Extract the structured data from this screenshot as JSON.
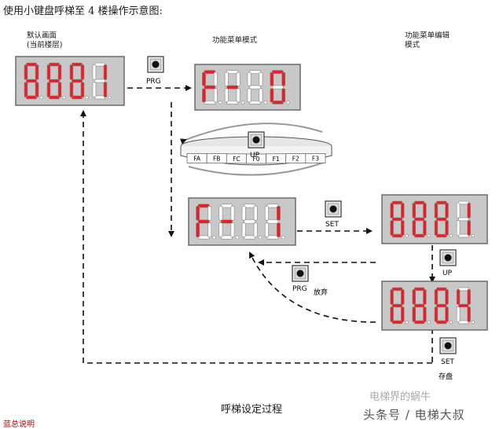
{
  "title": "使用小键盘呼梯至 4 楼操作示意图:",
  "labels": {
    "default_screen": "默认画面\n(当前楼层)",
    "func_menu_mode": "功能菜单模式",
    "func_menu_edit": "功能菜单编辑\n模式"
  },
  "displays": {
    "d1": "88.81",
    "d2": "F-0",
    "d3": "F-1",
    "d4": "88.81",
    "d5": "88.84"
  },
  "keys": {
    "prg": "PRG",
    "up": "UP",
    "set": "SET",
    "up2": "UP",
    "prg2": "PRG",
    "set2": "SET"
  },
  "annotations": {
    "discard": "放弃",
    "save": "存盘"
  },
  "wheel_items": [
    "FA",
    "FB",
    "FC",
    "F0",
    "F1",
    "F2",
    "F3"
  ],
  "caption": "呼梯设定过程",
  "watermark_top": "电梯界的蜗牛",
  "watermark": "头条号 / 电梯大叔",
  "bottom_partial": "蓝总说明",
  "colors": {
    "segment_on": "#e81e25",
    "segment_off": "#ffffff",
    "display_bg": "#c8c8c8",
    "display_border": "#6a6a6a"
  }
}
